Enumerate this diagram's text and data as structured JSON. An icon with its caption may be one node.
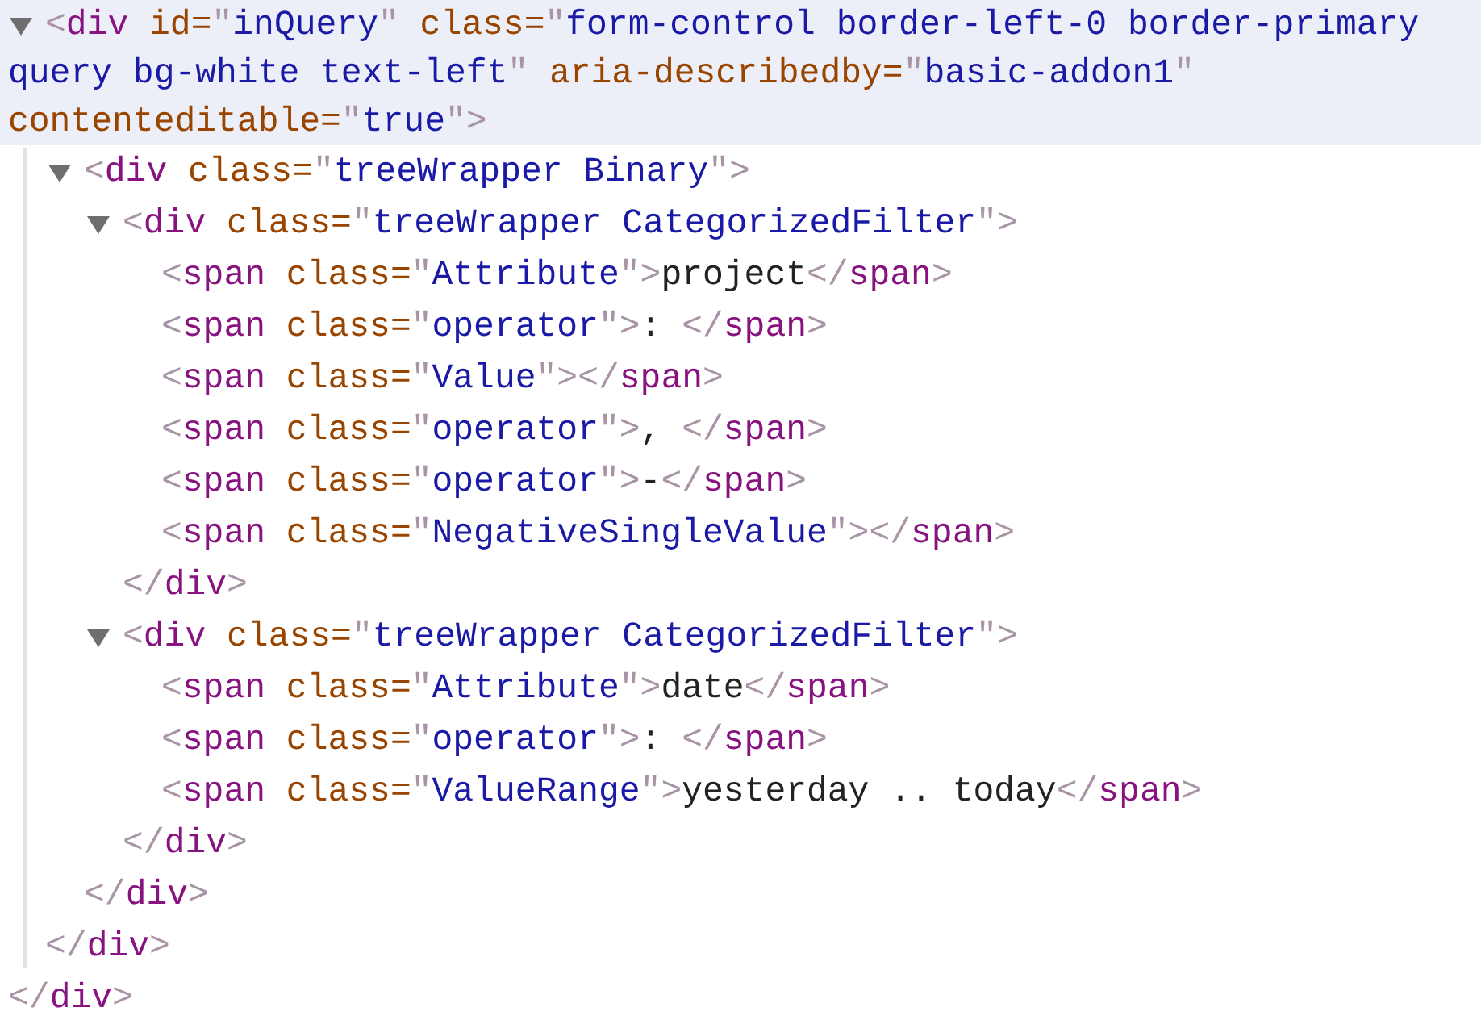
{
  "diagram": {
    "labels": [
      "<div id=\"inQuery\" class=\"form-control border-left-0 border-primary query bg-white text-left\" aria-describedby=\"basic-addon1\" contenteditable=\"true\">",
      "<div class=\"treeWrapper Binary\">",
      "<div class=\"treeWrapper CategorizedFilter\">",
      "<span class=\"Attribute\">project</span>",
      "<span class=\"operator\">: </span>",
      "<span class=\"Value\"></span>",
      "<span class=\"operator\">, </span>",
      "<span class=\"operator\">-</span>",
      "<span class=\"NegativeSingleValue\"></span>",
      "</div>",
      "<div class=\"treeWrapper CategorizedFilter\">",
      "<span class=\"Attribute\">date</span>",
      "<span class=\"operator\">: </span>",
      "<span class=\"ValueRange\">yesterday .. today</span>",
      "</div>",
      "</div>",
      "</div>",
      "</div>"
    ]
  }
}
